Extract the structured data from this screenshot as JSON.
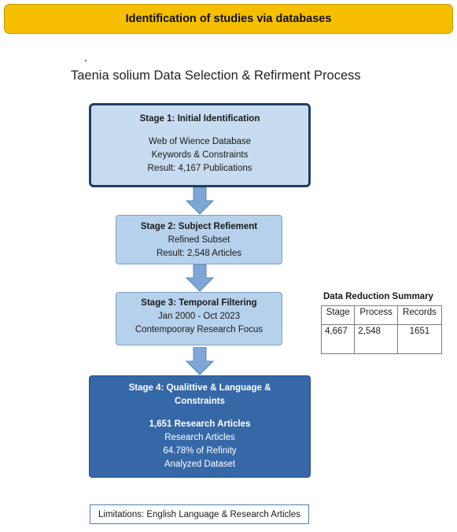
{
  "banner": {
    "title": "Identification of studies via databases"
  },
  "diagram": {
    "title": "Taenia solium Data Selection & Refirment Process",
    "stages": [
      {
        "heading": "Stage 1: Initial Identification",
        "lines": [
          "Web of Wience Database",
          "Keywords & Constraints",
          "Result: 4,167 Publications"
        ]
      },
      {
        "heading": "Stage 2: Subject Refiement",
        "lines": [
          "Refined Subset",
          "Result: 2,548 Articles"
        ]
      },
      {
        "heading": "Stage 3: Temporal Filtering",
        "lines": [
          "Jan 2000 - Oct 2023",
          "Contempooray Research Focus"
        ]
      },
      {
        "heading": "Stage 4: Qualittive & Language & Constraints",
        "count": "1,651 Research Articles",
        "lines": [
          "Research Articles",
          "64.78% of Refinity",
          "Analyzed Dataset"
        ]
      }
    ],
    "summary": {
      "title": "Data Reduction Summary",
      "headers": [
        "Stage",
        "Process",
        "Records"
      ],
      "rows": [
        [
          "4,667",
          "2,548",
          "1651"
        ]
      ]
    },
    "limitations": "Limitations: English Language & Research Articles"
  },
  "colors": {
    "banner": "#f6be00",
    "stage1_fill": "#c7dcf0",
    "stage1_border": "#1f3d66",
    "stage_fill": "#b6d1ec",
    "stage4_fill": "#3668a8",
    "arrow": "#7ca7d6"
  }
}
